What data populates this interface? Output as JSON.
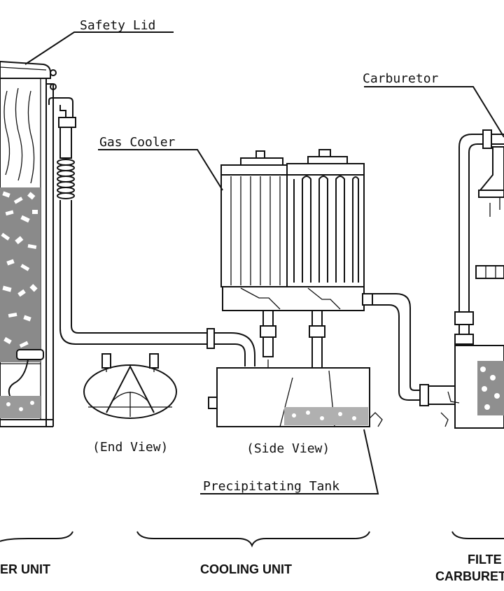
{
  "labels": {
    "safety_lid": "Safety Lid",
    "carburetor": "Carburetor",
    "gas_cooler": "Gas Cooler",
    "end_view": "(End View)",
    "side_view": "(Side View)",
    "precipitating_tank": "Precipitating Tank"
  },
  "sections": {
    "generator": "ER UNIT",
    "cooling": "COOLING UNIT",
    "filter_line1": "FILTE",
    "filter_line2": "CARBURETO"
  }
}
